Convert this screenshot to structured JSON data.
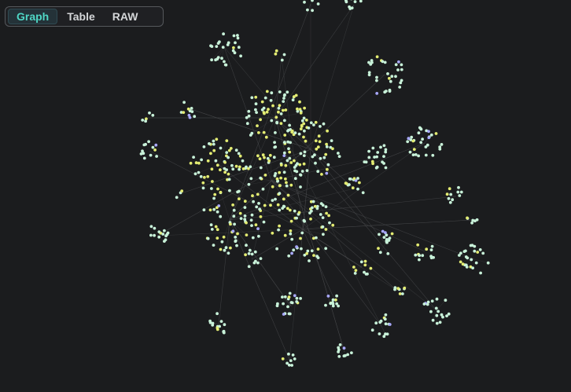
{
  "view_switcher": {
    "tabs": [
      {
        "label": "Graph",
        "active": true
      },
      {
        "label": "Table",
        "active": false
      },
      {
        "label": "RAW",
        "active": false
      }
    ]
  },
  "graph": {
    "colors": {
      "background": "#1b1c1e",
      "node_default": "#c8f2d9",
      "node_hub": "#e3ec72",
      "node_accent": "#a9a9ff",
      "edge": "#4a4b4e"
    }
  }
}
